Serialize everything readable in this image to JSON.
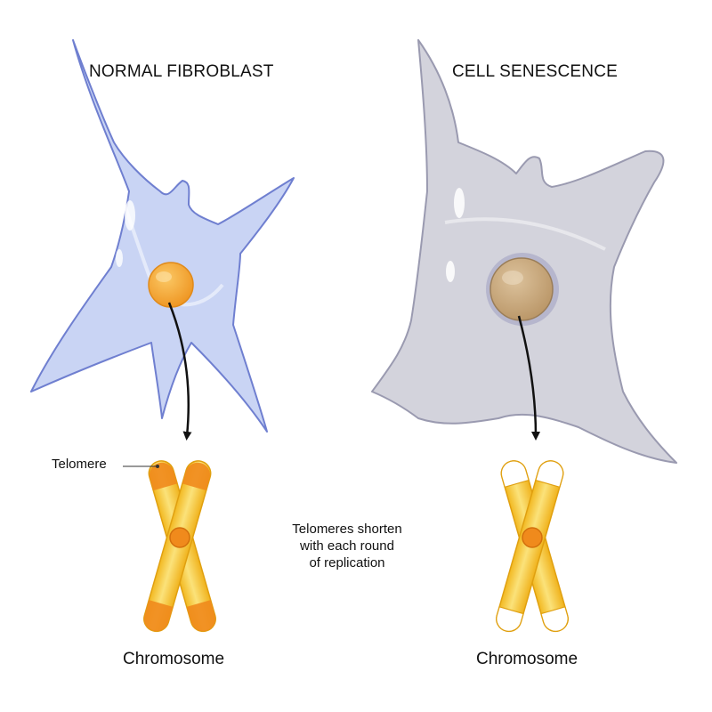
{
  "labels": {
    "left_title": "NORMAL FIBROBLAST",
    "right_title": "CELL SENESCENCE",
    "telomere": "Telomere",
    "explanation": [
      "Telomeres shorten",
      "with each round",
      "of replication"
    ],
    "chromosome_left": "Chromosome",
    "chromosome_right": "Chromosome"
  },
  "colors": {
    "normal_cell_fill": "#c9d4f4",
    "normal_cell_stroke": "#6f7fd0",
    "senescent_cell_fill": "#d3d3dc",
    "senescent_cell_stroke": "#9a9ab0",
    "normal_nucleus": "#f4a93a",
    "senescent_nucleus": "#c9a77a",
    "chromosome_body": "#f6c83a",
    "telomere_tip": "#f08a1c",
    "centromere": "#f08a1c"
  }
}
